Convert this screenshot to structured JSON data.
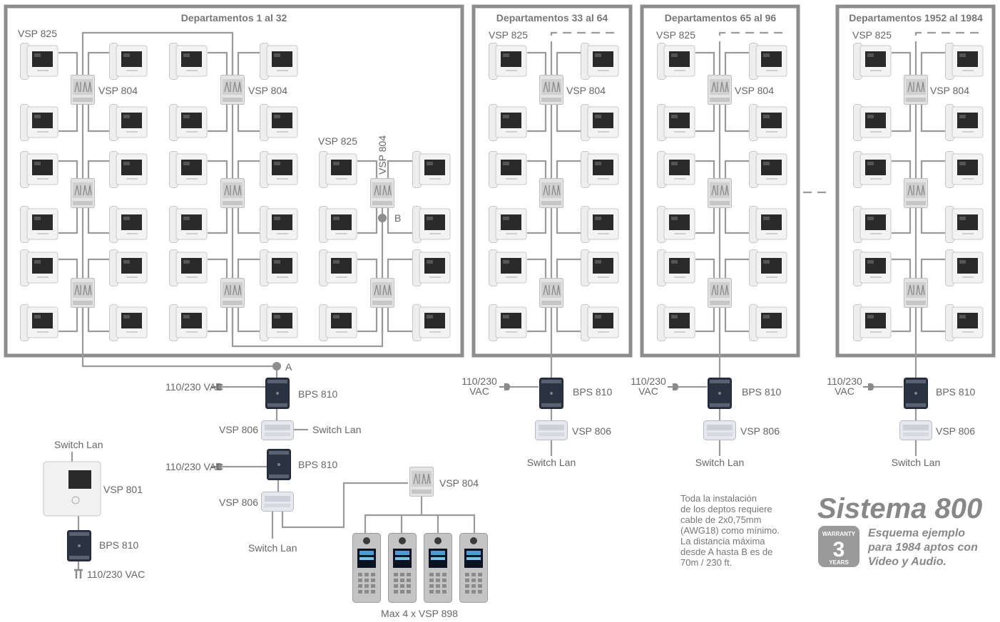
{
  "colors": {
    "frame": "#8d8d8d",
    "wire": "#9a9a9a",
    "label": "#666666",
    "brand": "#888888"
  },
  "blocks": [
    {
      "title": "Departamentos 1 al 32"
    },
    {
      "title": "Departamentos 33 al 64"
    },
    {
      "title": "Departamentos 65 al 96"
    },
    {
      "title": "Departamentos 1952 al 1984"
    }
  ],
  "labels": {
    "monitor": "VSP 825",
    "distributor": "VSP 804",
    "power": "BPS 810",
    "lan_unit": "VSP 806",
    "switch": "Switch Lan",
    "vac": "110/230 VAC",
    "vac_l1": "110/230",
    "vac_l2": "VAC",
    "concierge": "VSP 801",
    "panels": "Max 4 x VSP 898",
    "point_a": "A",
    "point_b": "B"
  },
  "note": [
    "Toda la instalación",
    "de los deptos requiere",
    "cable de 2x0,75mm",
    "(AWG18) como mínimo.",
    "La distancia máxima",
    "desde A hasta B es de",
    "70m / 230 ft."
  ],
  "brand": {
    "title": "Sistema 800",
    "badge_top": "WARRANTY",
    "badge_num": "3",
    "badge_bottom": "YEARS",
    "sub": [
      "Esquema ejemplo",
      "para 1984 aptos con",
      "Video y Audio."
    ]
  },
  "icons": [
    "video-monitor-icon",
    "distributor-icon",
    "power-supply-icon",
    "lan-adapter-icon",
    "door-panel-icon",
    "plug-icon"
  ]
}
